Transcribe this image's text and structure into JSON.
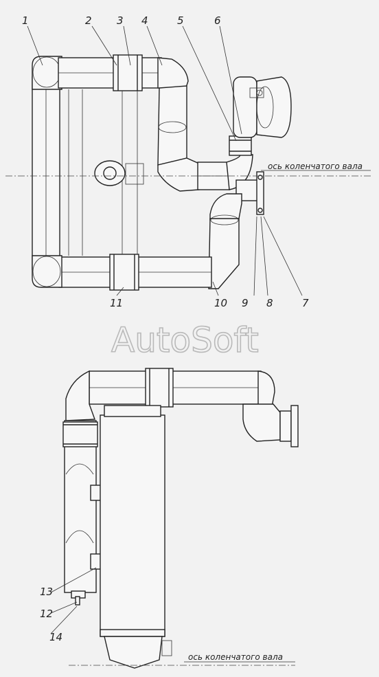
{
  "watermark": "AutoSoft",
  "axis_label_top": "ось коленчатого вала",
  "axis_label_bottom": "ось коленчатого вала",
  "callouts": [
    "1",
    "2",
    "3",
    "4",
    "5",
    "6",
    "7",
    "8",
    "9",
    "10",
    "11",
    "12",
    "13",
    "14"
  ]
}
